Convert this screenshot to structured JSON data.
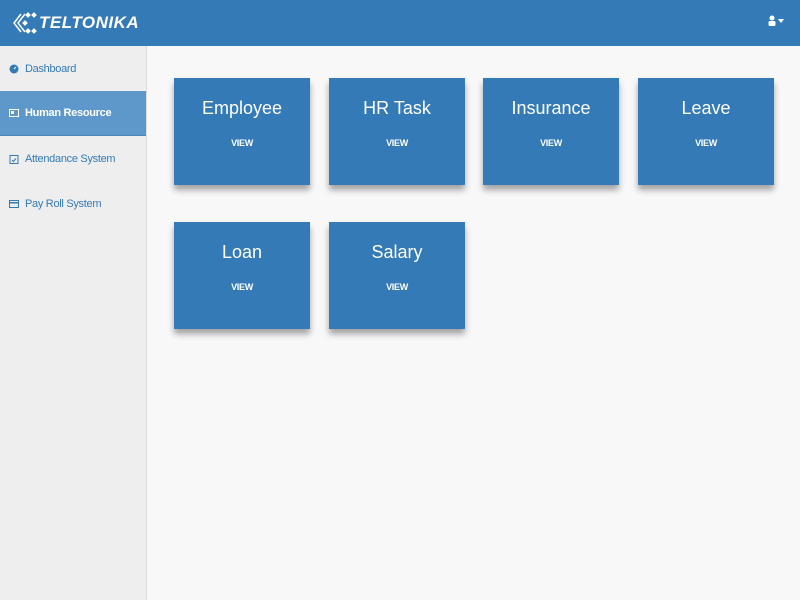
{
  "header": {
    "brand": "TELTONIKA"
  },
  "sidebar": {
    "items": [
      {
        "label": "Dashboard",
        "icon": "dashboard-icon"
      },
      {
        "label": "Human Resource",
        "icon": "id-card-icon",
        "active": true
      },
      {
        "label": "Attendance System",
        "icon": "calendar-check-icon"
      },
      {
        "label": "Pay Roll System",
        "icon": "credit-card-icon"
      }
    ]
  },
  "cards": [
    {
      "title": "Employee",
      "action": "VIEW"
    },
    {
      "title": "HR Task",
      "action": "VIEW"
    },
    {
      "title": "Insurance",
      "action": "VIEW"
    },
    {
      "title": "Leave",
      "action": "VIEW"
    },
    {
      "title": "Loan",
      "action": "VIEW"
    },
    {
      "title": "Salary",
      "action": "VIEW"
    }
  ],
  "colors": {
    "primary": "#337ab7",
    "active": "#5e97ca",
    "sidebar": "#eeeeee"
  }
}
